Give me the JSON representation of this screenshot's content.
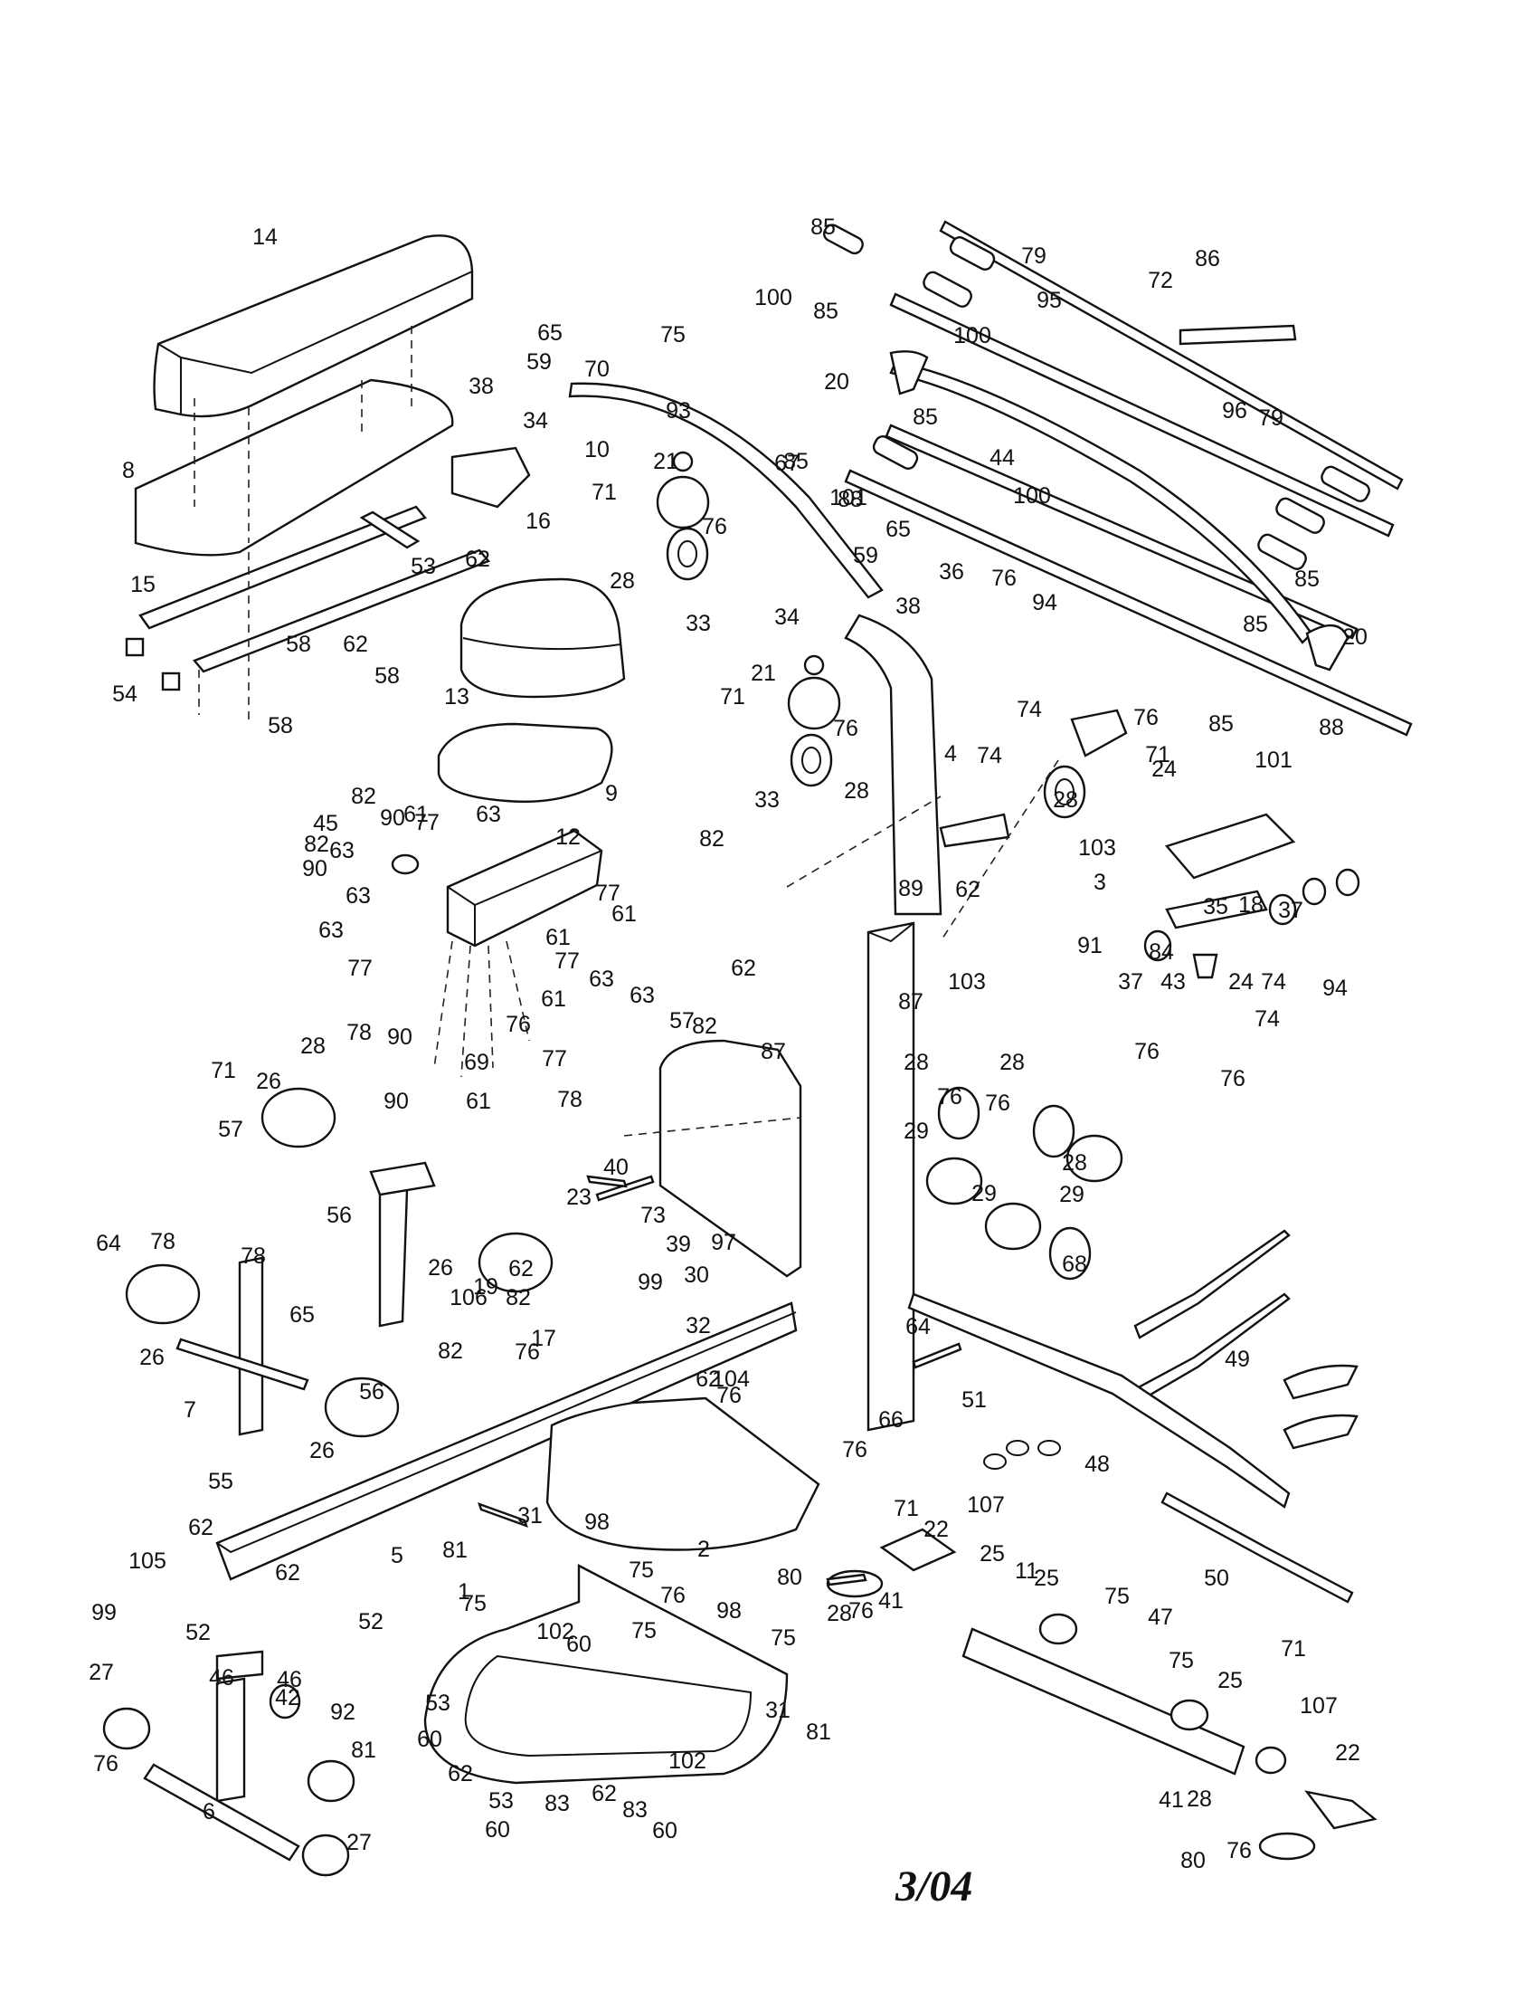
{
  "diagram": {
    "date_code": "3/04"
  },
  "callouts": [
    {
      "n": "14"
    },
    {
      "n": "8"
    },
    {
      "n": "16"
    },
    {
      "n": "62"
    },
    {
      "n": "15"
    },
    {
      "n": "53"
    },
    {
      "n": "58"
    },
    {
      "n": "62"
    },
    {
      "n": "58"
    },
    {
      "n": "54"
    },
    {
      "n": "58"
    },
    {
      "n": "13"
    },
    {
      "n": "9"
    },
    {
      "n": "65"
    },
    {
      "n": "59"
    },
    {
      "n": "38"
    },
    {
      "n": "34"
    },
    {
      "n": "70"
    },
    {
      "n": "75"
    },
    {
      "n": "93"
    },
    {
      "n": "10"
    },
    {
      "n": "21"
    },
    {
      "n": "71"
    },
    {
      "n": "76"
    },
    {
      "n": "28"
    },
    {
      "n": "33"
    },
    {
      "n": "65"
    },
    {
      "n": "59"
    },
    {
      "n": "38"
    },
    {
      "n": "34"
    },
    {
      "n": "21"
    },
    {
      "n": "71"
    },
    {
      "n": "76"
    },
    {
      "n": "33"
    },
    {
      "n": "28"
    },
    {
      "n": "4"
    },
    {
      "n": "85"
    },
    {
      "n": "79"
    },
    {
      "n": "100"
    },
    {
      "n": "85"
    },
    {
      "n": "100"
    },
    {
      "n": "95"
    },
    {
      "n": "86"
    },
    {
      "n": "72"
    },
    {
      "n": "20"
    },
    {
      "n": "85"
    },
    {
      "n": "96"
    },
    {
      "n": "79"
    },
    {
      "n": "44"
    },
    {
      "n": "85"
    },
    {
      "n": "88"
    },
    {
      "n": "101"
    },
    {
      "n": "100"
    },
    {
      "n": "36"
    },
    {
      "n": "67"
    },
    {
      "n": "85"
    },
    {
      "n": "85"
    },
    {
      "n": "20"
    },
    {
      "n": "85"
    },
    {
      "n": "101"
    },
    {
      "n": "88"
    },
    {
      "n": "76"
    },
    {
      "n": "94"
    },
    {
      "n": "74"
    },
    {
      "n": "76"
    },
    {
      "n": "71"
    },
    {
      "n": "74"
    },
    {
      "n": "24"
    },
    {
      "n": "28"
    },
    {
      "n": "82"
    },
    {
      "n": "90"
    },
    {
      "n": "61"
    },
    {
      "n": "77"
    },
    {
      "n": "63"
    },
    {
      "n": "12"
    },
    {
      "n": "45"
    },
    {
      "n": "82"
    },
    {
      "n": "63"
    },
    {
      "n": "90"
    },
    {
      "n": "63"
    },
    {
      "n": "63"
    },
    {
      "n": "77"
    },
    {
      "n": "61"
    },
    {
      "n": "77"
    },
    {
      "n": "61"
    },
    {
      "n": "77"
    },
    {
      "n": "63"
    },
    {
      "n": "63"
    },
    {
      "n": "61"
    },
    {
      "n": "90"
    },
    {
      "n": "77"
    },
    {
      "n": "69"
    },
    {
      "n": "90"
    },
    {
      "n": "61"
    },
    {
      "n": "82"
    },
    {
      "n": "82"
    },
    {
      "n": "62"
    },
    {
      "n": "89"
    },
    {
      "n": "62"
    },
    {
      "n": "103"
    },
    {
      "n": "87"
    },
    {
      "n": "87"
    },
    {
      "n": "103"
    },
    {
      "n": "3"
    },
    {
      "n": "35"
    },
    {
      "n": "18"
    },
    {
      "n": "37"
    },
    {
      "n": "91"
    },
    {
      "n": "84"
    },
    {
      "n": "37"
    },
    {
      "n": "43"
    },
    {
      "n": "24"
    },
    {
      "n": "74"
    },
    {
      "n": "94"
    },
    {
      "n": "74"
    },
    {
      "n": "76"
    },
    {
      "n": "76"
    },
    {
      "n": "71"
    },
    {
      "n": "28"
    },
    {
      "n": "78"
    },
    {
      "n": "26"
    },
    {
      "n": "57"
    },
    {
      "n": "76"
    },
    {
      "n": "56"
    },
    {
      "n": "26"
    },
    {
      "n": "19"
    },
    {
      "n": "64"
    },
    {
      "n": "78"
    },
    {
      "n": "78"
    },
    {
      "n": "26"
    },
    {
      "n": "7"
    },
    {
      "n": "65"
    },
    {
      "n": "56"
    },
    {
      "n": "26"
    },
    {
      "n": "57"
    },
    {
      "n": "78"
    },
    {
      "n": "23"
    },
    {
      "n": "40"
    },
    {
      "n": "73"
    },
    {
      "n": "99"
    },
    {
      "n": "30"
    },
    {
      "n": "39"
    },
    {
      "n": "97"
    },
    {
      "n": "62"
    },
    {
      "n": "82"
    },
    {
      "n": "17"
    },
    {
      "n": "82"
    },
    {
      "n": "106"
    },
    {
      "n": "32"
    },
    {
      "n": "76"
    },
    {
      "n": "62"
    },
    {
      "n": "104"
    },
    {
      "n": "76"
    },
    {
      "n": "28"
    },
    {
      "n": "76"
    },
    {
      "n": "28"
    },
    {
      "n": "76"
    },
    {
      "n": "29"
    },
    {
      "n": "29"
    },
    {
      "n": "29"
    },
    {
      "n": "28"
    },
    {
      "n": "68"
    },
    {
      "n": "64"
    },
    {
      "n": "66"
    },
    {
      "n": "76"
    },
    {
      "n": "51"
    },
    {
      "n": "48"
    },
    {
      "n": "49"
    },
    {
      "n": "50"
    },
    {
      "n": "55"
    },
    {
      "n": "62"
    },
    {
      "n": "5"
    },
    {
      "n": "62"
    },
    {
      "n": "105"
    },
    {
      "n": "99"
    },
    {
      "n": "52"
    },
    {
      "n": "52"
    },
    {
      "n": "46"
    },
    {
      "n": "46"
    },
    {
      "n": "27"
    },
    {
      "n": "42"
    },
    {
      "n": "92"
    },
    {
      "n": "81"
    },
    {
      "n": "76"
    },
    {
      "n": "6"
    },
    {
      "n": "27"
    },
    {
      "n": "2"
    },
    {
      "n": "81"
    },
    {
      "n": "31"
    },
    {
      "n": "75"
    },
    {
      "n": "98"
    },
    {
      "n": "75"
    },
    {
      "n": "76"
    },
    {
      "n": "1"
    },
    {
      "n": "102"
    },
    {
      "n": "60"
    },
    {
      "n": "75"
    },
    {
      "n": "98"
    },
    {
      "n": "75"
    },
    {
      "n": "31"
    },
    {
      "n": "81"
    },
    {
      "n": "53"
    },
    {
      "n": "60"
    },
    {
      "n": "62"
    },
    {
      "n": "53"
    },
    {
      "n": "60"
    },
    {
      "n": "83"
    },
    {
      "n": "62"
    },
    {
      "n": "83"
    },
    {
      "n": "102"
    },
    {
      "n": "60"
    },
    {
      "n": "71"
    },
    {
      "n": "22"
    },
    {
      "n": "107"
    },
    {
      "n": "25"
    },
    {
      "n": "80"
    },
    {
      "n": "28"
    },
    {
      "n": "76"
    },
    {
      "n": "41"
    },
    {
      "n": "11"
    },
    {
      "n": "25"
    },
    {
      "n": "75"
    },
    {
      "n": "47"
    },
    {
      "n": "75"
    },
    {
      "n": "71"
    },
    {
      "n": "25"
    },
    {
      "n": "107"
    },
    {
      "n": "22"
    },
    {
      "n": "41"
    },
    {
      "n": "28"
    },
    {
      "n": "80"
    },
    {
      "n": "76"
    }
  ]
}
